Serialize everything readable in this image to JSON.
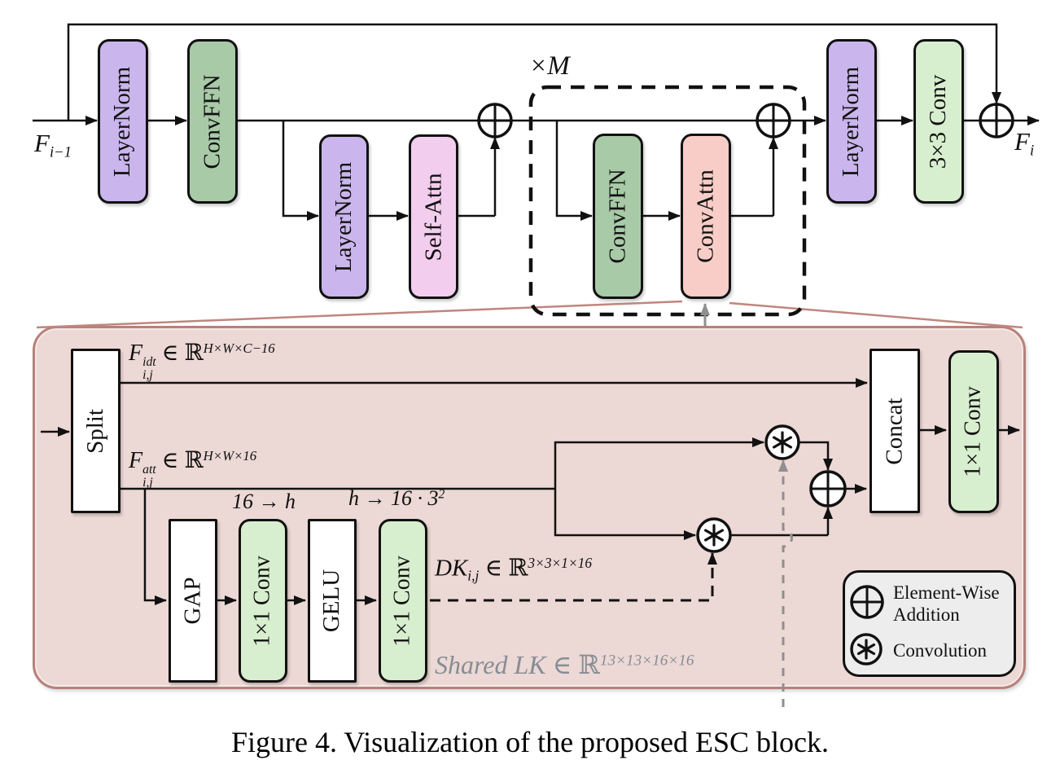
{
  "caption": "Figure 4. Visualization of the proposed ESC block.",
  "colors": {
    "purple": "#cab5ec",
    "green": "#a8caa7",
    "pink": "#f2cdee",
    "salmon": "#f9cdc7",
    "light_green": "#d8efcf",
    "panel_fill": "#ecd8d4",
    "panel_border": "#b7817a",
    "legend_fill": "#ededed",
    "gray_line": "#8f8f8f",
    "gray_text": "#868d96",
    "wire": "#111111"
  },
  "top": {
    "input": {
      "base": "F",
      "sub": "i−1"
    },
    "output": {
      "base": "F",
      "sub": "i"
    },
    "repeat_label": "×M",
    "blocks": {
      "layernorm1": "LayerNorm",
      "convffn1": "ConvFFN",
      "layernorm_sa": "LayerNorm",
      "self_attn": "Self-Attn",
      "convffn2": "ConvFFN",
      "convattn": "ConvAttn",
      "layernorm2": "LayerNorm",
      "conv3x3": "3×3 Conv"
    }
  },
  "detail": {
    "blocks": {
      "split": "Split",
      "gap": "GAP",
      "conv1x1_a": "1×1 Conv",
      "gelu": "GELU",
      "conv1x1_b": "1×1 Conv",
      "concat": "Concat",
      "conv1x1_out": "1×1 Conv"
    },
    "idt": {
      "base": "F",
      "sup": "idt",
      "sub": "i,j",
      "mid": " ∈ ℝ",
      "exp": "H×W×C−16"
    },
    "att": {
      "base": "F",
      "sup": "att",
      "sub": "i,j",
      "mid": " ∈ ℝ",
      "exp": "H×W×16"
    },
    "dims_squeeze": "16 → h",
    "dims_expand": {
      "base": "h → 16 · 3",
      "exp": "2"
    },
    "dk": {
      "base": "DK",
      "sub": "i,j",
      "mid": " ∈ ℝ",
      "exp": "3×3×1×16"
    },
    "shared_lk": {
      "base": "Shared LK",
      "mid": " ∈ ℝ",
      "exp": "13×13×16×16"
    }
  },
  "legend": {
    "addition_line1": "Element-Wise",
    "addition_line2": "Addition",
    "convolution": "Convolution"
  }
}
